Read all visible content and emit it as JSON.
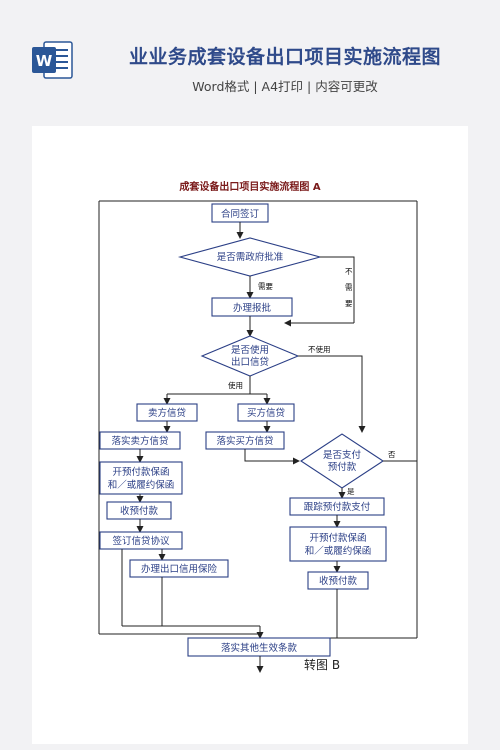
{
  "header": {
    "title": "业业务成套设备出口项目实施流程图",
    "subtitle": "Word格式 | A4打印 | 内容可更改",
    "icon_letter": "W"
  },
  "colors": {
    "title": "#2f4a8a",
    "node_border": "#2b3f86",
    "word_blue": "#2b5797",
    "heading_red": "#7a1a1a"
  },
  "document": {
    "heading": "成套设备出口项目实施流程图 A",
    "footer": "转图 B",
    "nodes": {
      "contract": "合同签订",
      "need_gov": "是否需政府批准",
      "approval": "办理报批",
      "use_credit_1": "是否使用",
      "use_credit_2": "出口信贷",
      "seller_credit": "卖方信贷",
      "buyer_credit": "买方信贷",
      "impl_seller": "落实卖方信贷",
      "impl_buyer": "落实买方信贷",
      "prepay_decision_1": "是否支付",
      "prepay_decision_2": "预付款",
      "open_guarantee_l_1": "开预付款保函",
      "open_guarantee_l_2": "和／或履约保函",
      "receive_prepay_l": "收预付款",
      "sign_credit": "签订信贷协议",
      "insurance": "办理出口信用保险",
      "track_prepay": "跟踪预付款支付",
      "open_guarantee_r_1": "开预付款保函",
      "open_guarantee_r_2": "和／或履约保函",
      "receive_prepay_r": "收预付款",
      "other_terms": "落实其他生效条款"
    },
    "labels": {
      "need": "需要",
      "no_need_1": "不",
      "no_need_2": "需",
      "no_need_3": "要",
      "not_use": "不使用",
      "use": "使用",
      "yes": "是",
      "no": "否"
    }
  }
}
